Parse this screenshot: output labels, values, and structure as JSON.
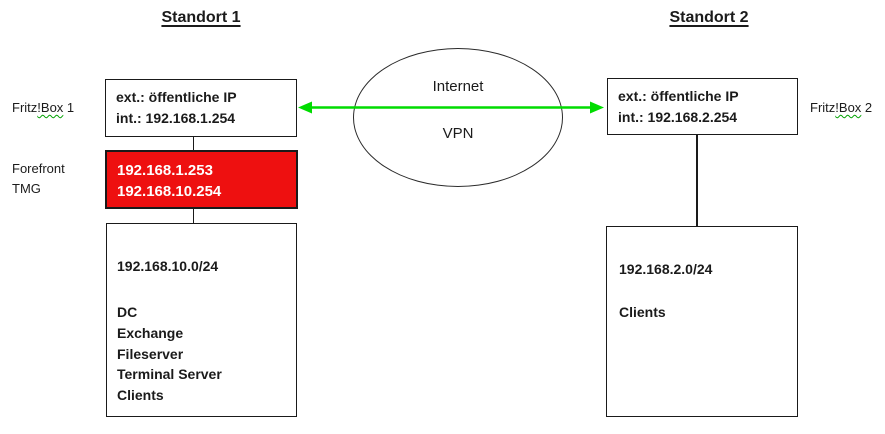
{
  "site1": {
    "title": "Standort 1",
    "router_label": {
      "pre": "Fritz",
      "squiggle": "!Box",
      "post": " 1"
    },
    "router_box": {
      "line1": "ext.: öffentliche IP",
      "line2": "int.: 192.168.1.254"
    },
    "firewall_label": {
      "line1": "Forefront",
      "line2": "TMG"
    },
    "firewall_box": {
      "line1": "192.168.1.253",
      "line2": "192.168.10.254"
    },
    "lan_box": {
      "subnet": "192.168.10.0/24",
      "hosts": [
        "DC",
        "Exchange",
        "Fileserver",
        "Terminal Server",
        "Clients"
      ]
    }
  },
  "site2": {
    "title": "Standort 2",
    "router_label": {
      "pre": "Fritz",
      "squiggle": "!Box",
      "post": " 2"
    },
    "router_box": {
      "line1": "ext.: öffentliche IP",
      "line2": "int.: 192.168.2.254"
    },
    "lan_box": {
      "subnet": "192.168.2.0/24",
      "hosts": [
        "Clients"
      ]
    }
  },
  "cloud": {
    "label_top": "Internet",
    "label_bottom": "VPN"
  },
  "colors": {
    "firewall_fill": "#ee1010",
    "firewall_text": "#ffffff",
    "vpn_arrow": "#00dc00",
    "spellcheck_squiggle": "#00a000",
    "box_border": "#1a1a1a"
  }
}
